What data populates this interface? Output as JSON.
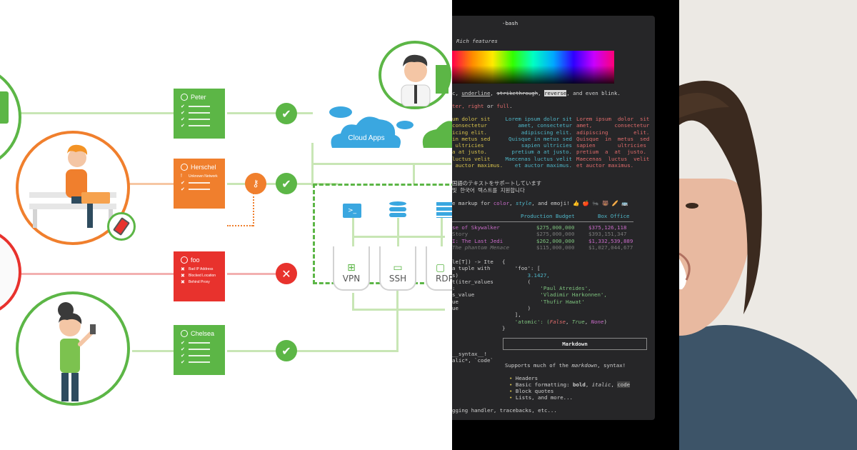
{
  "diagram": {
    "cards": [
      {
        "name": "Peter",
        "color": "#5cb646",
        "rows": [
          "",
          "",
          "",
          ""
        ]
      },
      {
        "name": "Herschel",
        "color": "#f07f2d",
        "rows": [
          "Unknown Network",
          "",
          ""
        ]
      },
      {
        "name": "foo",
        "color": "#e8322d",
        "rows": [
          "Bad IP Address",
          "Blocked Location",
          "Behind Proxy"
        ]
      },
      {
        "name": "Chelsea",
        "color": "#5cb646",
        "rows": [
          "",
          "",
          "",
          ""
        ]
      }
    ],
    "cloud_label": "Cloud Apps",
    "services": [
      "VPN",
      "SSH",
      "RDP"
    ],
    "colors": {
      "green": "#5cb646",
      "orange": "#f07f2d",
      "red": "#e8322d",
      "cloud": "#3aa7e0"
    },
    "icons": [
      "user-icon",
      "check-icon",
      "cross-icon",
      "cloud-icon",
      "server-icon",
      "database-icon",
      "terminal-icon",
      "shield-icon"
    ]
  },
  "terminal": {
    "title": "-bash",
    "rich_features": "Rich features",
    "styles_line": {
      "pre": "c, ",
      "underline": "underline",
      "sep1": ", ",
      "strike": "strikethrough",
      "sep2": ", ",
      "reverse": "reverse",
      "post": ", and even blink."
    },
    "justify_line": {
      "pre": "ter, ",
      "right": "right",
      "mid": " or ",
      "full": "full",
      "post": "."
    },
    "lorem": {
      "left": [
        "um dolor sit",
        "consectetur",
        "icing elit.",
        "in metus sed",
        " ultricies",
        "a at justo.",
        "luctus velit",
        " auctor maximus."
      ],
      "center": [
        "Lorem ipsum dolor sit",
        "amet, consectetur",
        "adipiscing elit.",
        "Quisque in metus sed",
        "sapien ultricies",
        "pretium a at justo.",
        "Maecenas luctus velit",
        "et auctor maximus."
      ],
      "right": [
        "Lorem ipsum  dolor  sit",
        "amet,       consectetur",
        "adipiscing        elit.",
        "Quisque  in  metus  sed",
        "sapien       ultricies",
        "pretium  a  at  justo.",
        "Maecenas  luctus  velit",
        "et auctor maximus."
      ]
    },
    "cjk": [
      "国語のテキストをサポートしています",
      "및 한국어 텍스트를 지원합니다"
    ],
    "markup_line": {
      "pre": "e markup for ",
      "color": "color",
      "sep": ", ",
      "style": "style",
      "post": ", and emoji! 👍 🍎 🐜 🐻 🥖 🚌"
    },
    "table": {
      "headers": [
        "Production Budget",
        "Box Office"
      ],
      "rows": [
        {
          "title": "se of Skywalker",
          "budget": "$275,000,000",
          "box": "$375,126,118"
        },
        {
          "title": "Story",
          "budget": "$275,000,000",
          "box": "$393,151,347"
        },
        {
          "title": "I: The Last Jedi",
          "budget": "$262,000,000",
          "box": "$1,332,539,889"
        },
        {
          "title": "The phantom Menace",
          "budget": "$115,000,000",
          "box": "$1,027,044,677"
        }
      ]
    },
    "code_left": [
      "le[T]) -> Ite",
      "a tuple with",
      "s)",
      "",
      "t(iter_values",
      "",
      ":",
      "s_value",
      "ue",
      "ue"
    ],
    "code_right": [
      "{",
      "    'foo': [",
      "        3.1427,",
      "        (",
      "            'Paul Atreides',",
      "            'Vladimir Harkonnen',",
      "            'Thufir Hawat'",
      "        )",
      "    ],",
      "    'atomic': (",
      "}"
    ],
    "atomic": {
      "false": "False",
      "true": "True",
      "none": "None",
      "sep": ", ",
      "close": ")"
    },
    "syntax_left": [
      "__syntax__!",
      "",
      "alic*, `code`"
    ],
    "markdown_label": "Markdown",
    "markdown_intro": {
      "pre": "Supports much of the ",
      "md": "markdown",
      "post": ", syntax!"
    },
    "markdown_items": [
      "Headers",
      "Block quotes",
      "Lists, and more..."
    ],
    "formatting": {
      "pre": "Basic formatting: ",
      "bold": "bold",
      "sep1": ", ",
      "italic": "italic",
      "sep2": ", ",
      "code": "code"
    },
    "bottom_line": "gging handler, tracebacks, etc..."
  },
  "photo": {
    "colors": {
      "background": "#ece9e4",
      "hair": "#3b2a1f",
      "skin": "#e8b9a0",
      "shirt": "#3d5468"
    }
  }
}
